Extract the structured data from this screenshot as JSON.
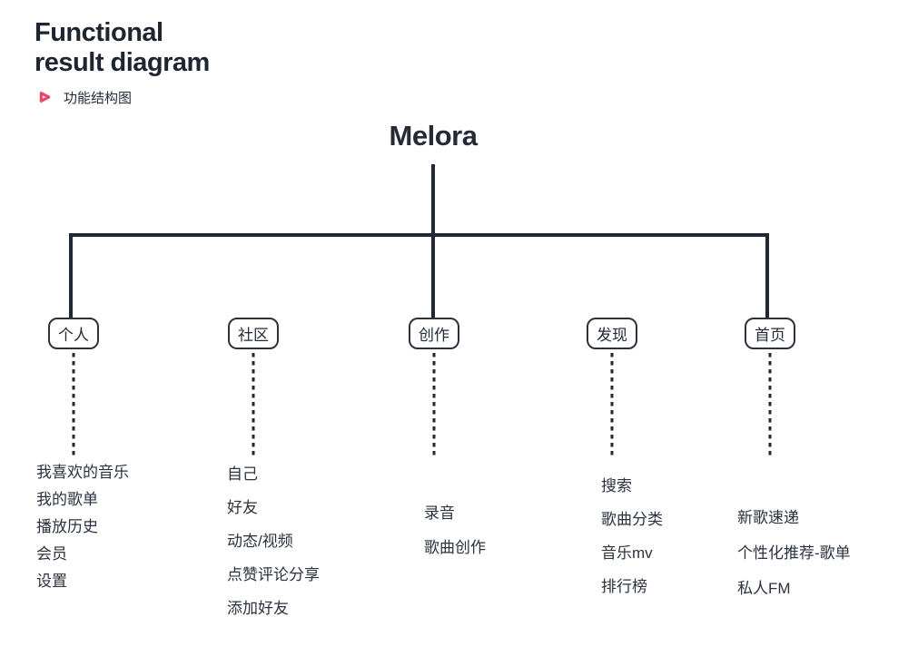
{
  "header": {
    "title": "Functional\nresult diagram",
    "subtitle": "功能结构图"
  },
  "diagram": {
    "root": "Melora",
    "branches": [
      {
        "label": "个人",
        "items": [
          "我喜欢的音乐",
          "我的歌单",
          "播放历史",
          "会员",
          "设置"
        ]
      },
      {
        "label": "社区",
        "items": [
          "自己",
          "好友",
          "动态/视频",
          "点赞评论分享",
          "添加好友"
        ]
      },
      {
        "label": "创作",
        "items": [
          "录音",
          "歌曲创作"
        ]
      },
      {
        "label": "发现",
        "items": [
          "搜索",
          "歌曲分类",
          "音乐mv",
          "排行榜"
        ]
      },
      {
        "label": "首页",
        "items": [
          "新歌速递",
          "个性化推荐-歌单",
          "私人FM"
        ]
      }
    ]
  },
  "colors": {
    "text": "#252e3a",
    "line": "#1f2833",
    "accent_pink": "#f4426a"
  }
}
